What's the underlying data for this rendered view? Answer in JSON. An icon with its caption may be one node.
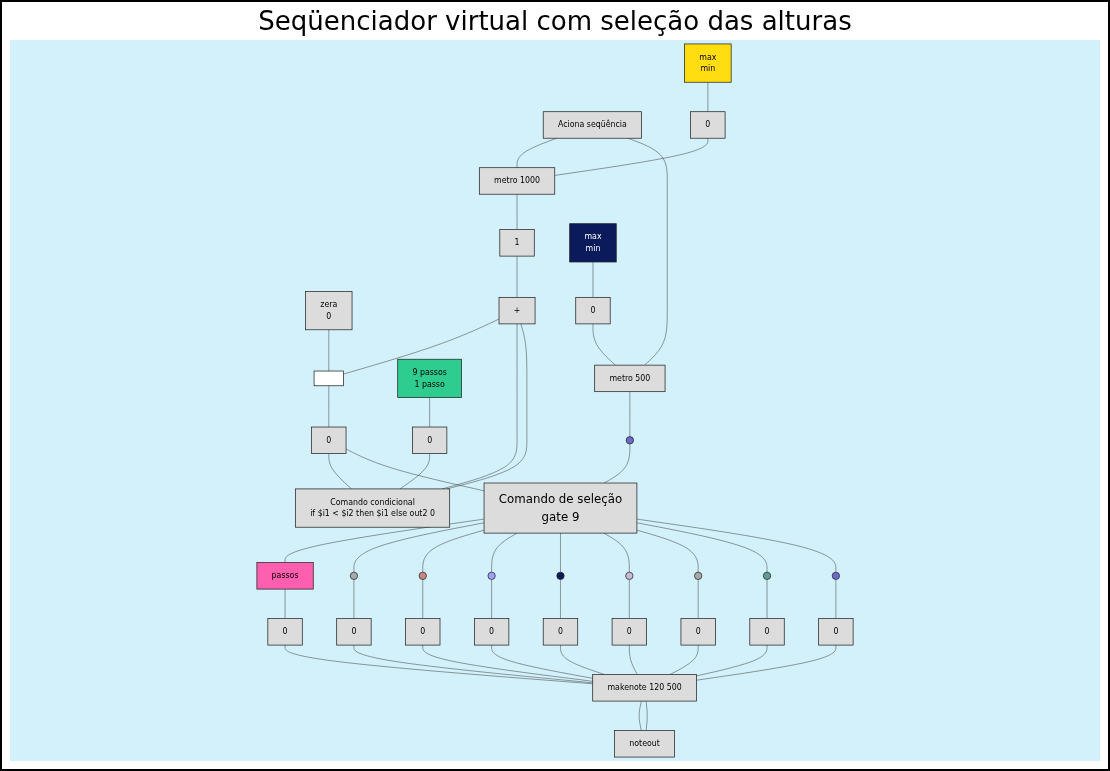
{
  "diagram": {
    "title": "Seqüenciador virtual com seleção das alturas",
    "nodes": [
      {
        "text": [
          "Aciona seqüência"
        ]
      },
      {
        "text": [
          "metro 1000"
        ]
      },
      {
        "text": [
          "zera",
          "0"
        ]
      },
      {
        "text": [
          "1"
        ]
      },
      {
        "text": [
          "+"
        ]
      },
      {
        "text": [],
        "shape": "bar"
      },
      {
        "text": [
          "0"
        ]
      },
      {
        "text": [
          "9 passos",
          "1 passo"
        ]
      },
      {
        "text": [
          "0"
        ]
      },
      {
        "text": [
          "Comando condicional",
          "if $i1 < $i2 then $i1 else out2 0"
        ]
      },
      {
        "text": [
          "max",
          "min"
        ]
      },
      {
        "text": [
          "0"
        ]
      },
      {
        "text": [
          "max",
          "min"
        ]
      },
      {
        "text": [
          "0"
        ]
      },
      {
        "text": [
          "metro 500"
        ]
      },
      {
        "text": [],
        "shape": "circle"
      },
      {
        "text": [
          "Comando de seleção",
          "gate 9"
        ]
      },
      {
        "text": [
          "passos"
        ]
      },
      {
        "text": [],
        "shape": "circle"
      },
      {
        "text": [],
        "shape": "circle"
      },
      {
        "text": [],
        "shape": "circle"
      },
      {
        "text": [],
        "shape": "circle"
      },
      {
        "text": [],
        "shape": "circle"
      },
      {
        "text": [],
        "shape": "circle"
      },
      {
        "text": [],
        "shape": "circle"
      },
      {
        "text": [],
        "shape": "circle"
      },
      {
        "text": [
          "0"
        ]
      },
      {
        "text": [
          "0"
        ]
      },
      {
        "text": [
          "0"
        ]
      },
      {
        "text": [
          "0"
        ]
      },
      {
        "text": [
          "0"
        ]
      },
      {
        "text": [
          "0"
        ]
      },
      {
        "text": [
          "0"
        ]
      },
      {
        "text": [
          "0"
        ]
      },
      {
        "text": [
          "0"
        ]
      },
      {
        "text": [
          "makenote 120 500"
        ]
      },
      {
        "text": [
          "noteout"
        ]
      }
    ],
    "edges": [
      {
        "from": 0,
        "to": 1,
        "arrow": "none"
      },
      {
        "from": 0,
        "to": 14,
        "arrow": "none"
      },
      {
        "from": 1,
        "to": 3,
        "arrow": "none"
      },
      {
        "from": 3,
        "to": 4,
        "arrow": "none"
      },
      {
        "from": 4,
        "to": 5,
        "arrow": "none"
      },
      {
        "from": 2,
        "to": 5,
        "arrow": "none"
      },
      {
        "from": 5,
        "to": 6,
        "arrow": "none"
      },
      {
        "from": 6,
        "to": 9,
        "arrow": "none"
      },
      {
        "from": 6,
        "to": 16,
        "arrow": "none"
      },
      {
        "from": 9,
        "to": 4,
        "arrow": "none"
      },
      {
        "from": 9,
        "to": 4,
        "arrow": "none"
      },
      {
        "from": 7,
        "to": 8,
        "arrow": "none"
      },
      {
        "from": 8,
        "to": 9,
        "arrow": "none"
      },
      {
        "from": 10,
        "to": 11,
        "arrow": "none"
      },
      {
        "from": 11,
        "to": 1,
        "arrow": "none"
      },
      {
        "from": 12,
        "to": 13,
        "arrow": "none"
      },
      {
        "from": 13,
        "to": 14,
        "arrow": "none"
      },
      {
        "from": 14,
        "to": 15,
        "arrow": "none"
      },
      {
        "from": 15,
        "to": 16,
        "arrow": "none"
      },
      {
        "from": 16,
        "to": 17,
        "arrow": "none"
      },
      {
        "from": 16,
        "to": 18,
        "arrow": "none"
      },
      {
        "from": 16,
        "to": 19,
        "arrow": "none"
      },
      {
        "from": 16,
        "to": 20,
        "arrow": "none"
      },
      {
        "from": 16,
        "to": 21,
        "arrow": "none"
      },
      {
        "from": 16,
        "to": 22,
        "arrow": "none"
      },
      {
        "from": 16,
        "to": 23,
        "arrow": "none"
      },
      {
        "from": 16,
        "to": 24,
        "arrow": "none"
      },
      {
        "from": 16,
        "to": 25,
        "arrow": "none"
      },
      {
        "from": 17,
        "to": 26,
        "arrow": "none"
      },
      {
        "from": 18,
        "to": 27,
        "arrow": "none"
      },
      {
        "from": 19,
        "to": 28,
        "arrow": "none"
      },
      {
        "from": 20,
        "to": 29,
        "arrow": "none"
      },
      {
        "from": 21,
        "to": 30,
        "arrow": "none"
      },
      {
        "from": 22,
        "to": 31,
        "arrow": "none"
      },
      {
        "from": 23,
        "to": 32,
        "arrow": "none"
      },
      {
        "from": 24,
        "to": 33,
        "arrow": "none"
      },
      {
        "from": 25,
        "to": 34,
        "arrow": "none"
      },
      {
        "from": 26,
        "to": 35,
        "arrow": "none"
      },
      {
        "from": 27,
        "to": 35,
        "arrow": "none"
      },
      {
        "from": 28,
        "to": 35,
        "arrow": "none"
      },
      {
        "from": 29,
        "to": 35,
        "arrow": "none"
      },
      {
        "from": 30,
        "to": 35,
        "arrow": "none"
      },
      {
        "from": 31,
        "to": 35,
        "arrow": "none"
      },
      {
        "from": 32,
        "to": 35,
        "arrow": "none"
      },
      {
        "from": 33,
        "to": 35,
        "arrow": "none"
      },
      {
        "from": 34,
        "to": 35,
        "arrow": "none"
      },
      {
        "from": 35,
        "to": 36,
        "arrow": "none"
      },
      {
        "from": 35,
        "to": 36,
        "arrow": "none"
      }
    ]
  }
}
